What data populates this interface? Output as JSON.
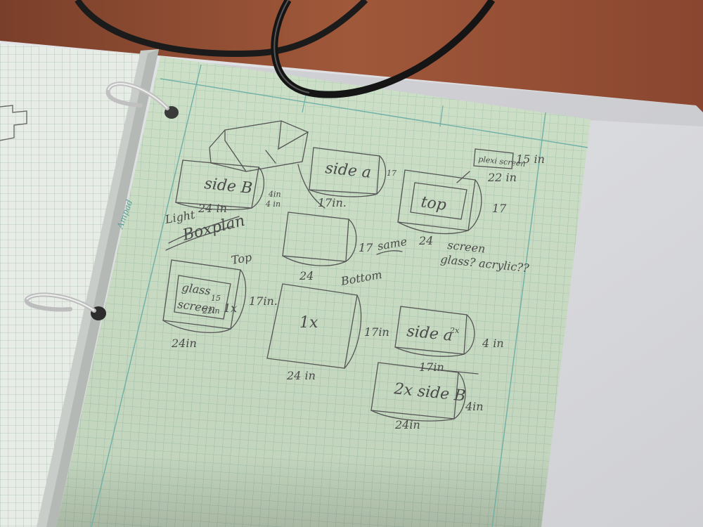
{
  "photo": {
    "subject": "Graph-paper notebook page with pencil sketches of a light box design",
    "colors": {
      "desk": "#8a4a32",
      "graph_paper": "#cfe0c8",
      "grid_line": "#9ebfab",
      "margin_line": "#6fb0a6",
      "left_page": "#e6eee6",
      "binder_cover": "#d9dadc",
      "pencil": "#4a4a4a",
      "cable": "#1a1a1a",
      "ring": "#b8b8b8"
    }
  },
  "paper_brand": "Ampad",
  "sketch": {
    "title_line1": "Light",
    "title_line2": "Boxplan",
    "labels": {
      "side_b_top": "side B",
      "side_a_top": "side a",
      "top_view": "top",
      "plexiglass_screen": "plexi screen",
      "dim_15in": "15 in",
      "dim_22in": "22 in",
      "dim_4in_a": "4in",
      "dim_24in_a": "24 in",
      "dim_4in_b": "4 in",
      "dim_17in_a": "17in.",
      "dim_17_a": "17",
      "dim_17_b": "17",
      "same": "same",
      "dim_24_b": "24",
      "dim_24_c": "24",
      "screen_note_1": "screen",
      "screen_note_2": "glass? acrylic??",
      "top_label": "Top",
      "glass_label": "glass",
      "screen_label": "screen",
      "dim_15": "15",
      "dim_22in_b": "22in",
      "qty_1x_a": "1x",
      "dim_17in_b": "17in.",
      "dim_24in_d": "24in",
      "bottom_label": "Bottom",
      "qty_1x_b": "1x",
      "dim_17in_c": "17in",
      "dim_24in_e": "24 in",
      "side_a_bottom": "side a",
      "qty_2x": "2x",
      "dim_4in_c": "4 in",
      "dim_17in_d": "17in",
      "side_b_bottom": "2x side B",
      "dim_4in_d": "4in",
      "dim_24in_f": "24in"
    }
  }
}
